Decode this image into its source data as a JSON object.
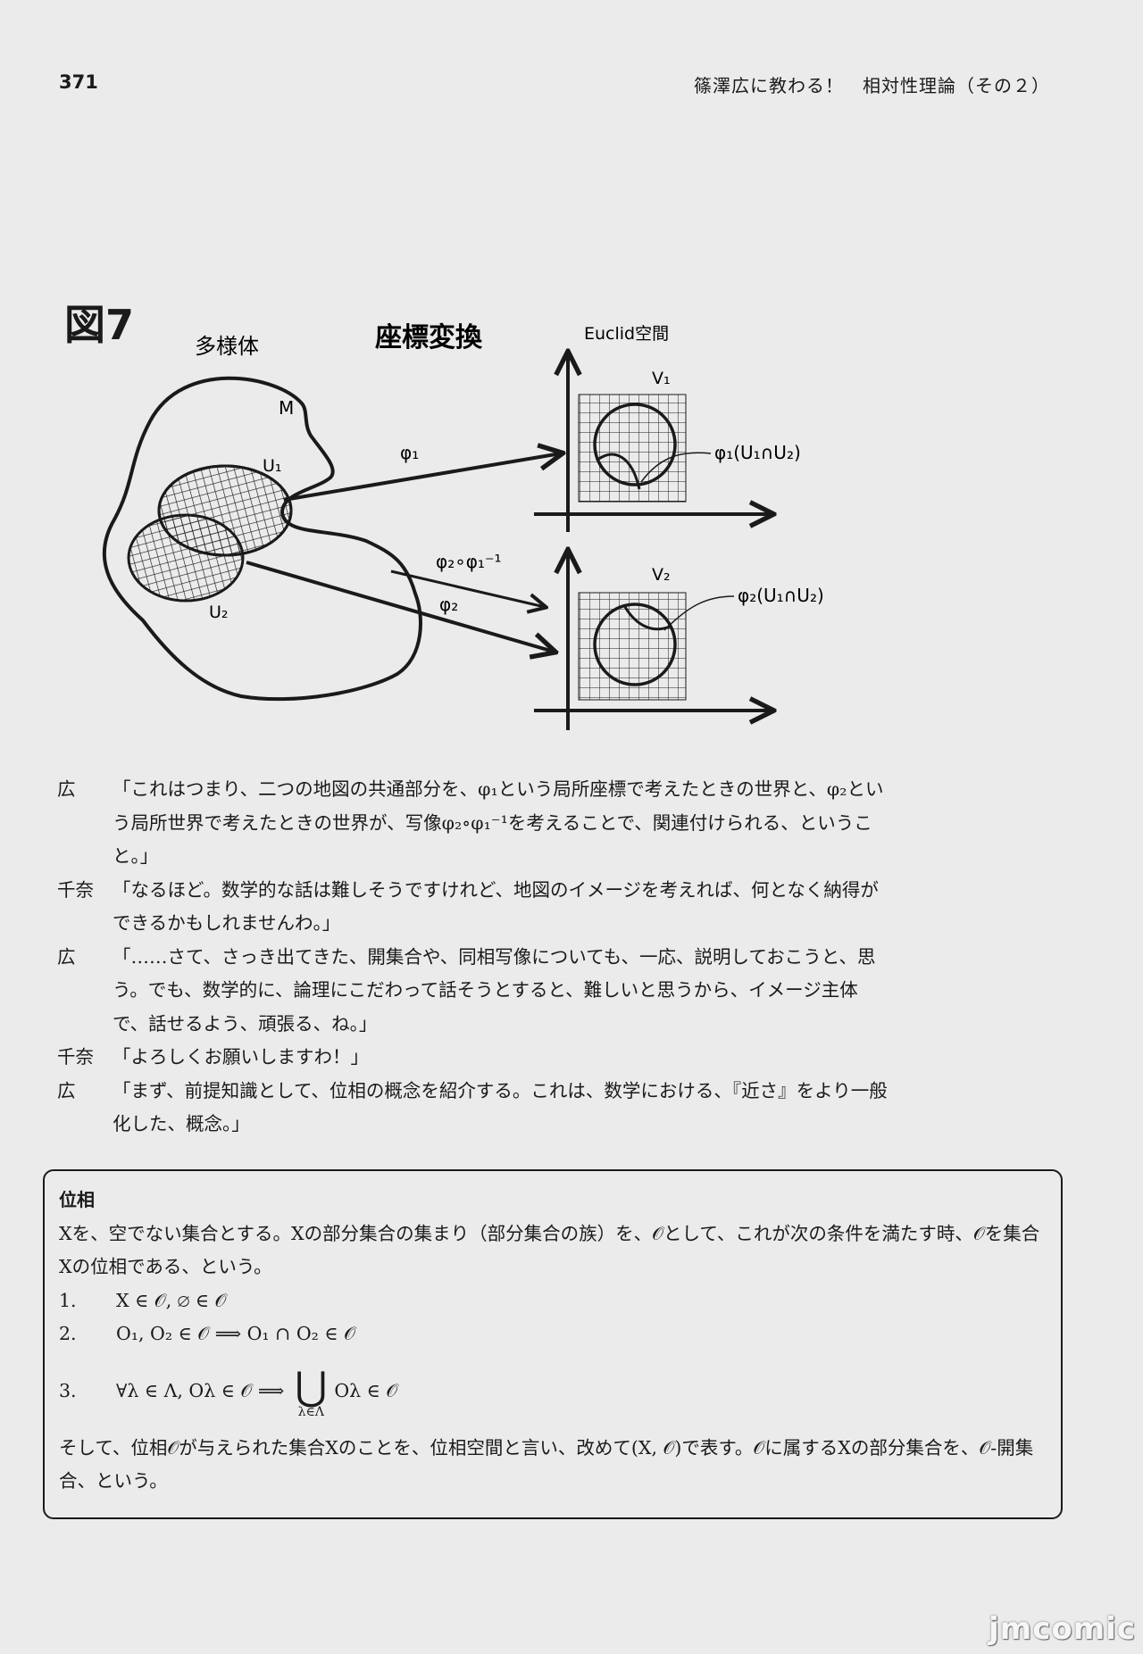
{
  "header": {
    "page_number": "371",
    "running_head": "篠澤広に教わる！　相対性理論（その２）"
  },
  "figure": {
    "label": "図7",
    "title": "座標変換",
    "manifold_label": "多様体",
    "m_label": "M",
    "u1_label": "U₁",
    "u2_label": "U₂",
    "phi1_label": "φ₁",
    "phi2_label": "φ₂",
    "transition_label": "φ₂∘φ₁⁻¹",
    "euclid_label": "Euclid空間",
    "v1_label": "V₁",
    "v2_label": "V₂",
    "phi1_image_label": "φ₁(U₁∩U₂)",
    "phi2_image_label": "φ₂(U₁∩U₂)"
  },
  "dialogue": [
    {
      "speaker": "広",
      "text": "「これはつまり、二つの地図の共通部分を、φ₁という局所座標で考えたときの世界と、φ₂という局所世界で考えたときの世界が、写像φ₂∘φ₁⁻¹を考えることで、関連付けられる、ということ。」"
    },
    {
      "speaker": "千奈",
      "text": "「なるほど。数学的な話は難しそうですけれど、地図のイメージを考えれば、何となく納得ができるかもしれませんわ。」"
    },
    {
      "speaker": "広",
      "text": "「……さて、さっき出てきた、開集合や、同相写像についても、一応、説明しておこうと、思う。でも、数学的に、論理にこだわって話そうとすると、難しいと思うから、イメージ主体で、話せるよう、頑張る、ね。」"
    },
    {
      "speaker": "千奈",
      "text": "「よろしくお願いしますわ！」"
    },
    {
      "speaker": "広",
      "text": "「まず、前提知識として、位相の概念を紹介する。これは、数学における、『近さ』をより一般化した、概念。」"
    }
  ],
  "definition": {
    "title": "位相",
    "intro": "Xを、空でない集合とする。Xの部分集合の集まり（部分集合の族）を、𝒪として、これが次の条件を満たす時、𝒪を集合Xの位相である、という。",
    "conditions": [
      {
        "num": "1.",
        "formula": "X ∈ 𝒪, ∅ ∈ 𝒪"
      },
      {
        "num": "2.",
        "formula": "O₁, O₂ ∈ 𝒪  ⟹  O₁ ∩ O₂ ∈ 𝒪"
      },
      {
        "num": "3.",
        "formula_left": "∀λ ∈ Λ, Oλ ∈ 𝒪  ⟹",
        "union_symbol": "⋃",
        "union_sub": "λ∈Λ",
        "formula_right": "Oλ ∈ 𝒪"
      }
    ],
    "closing": "そして、位相𝒪が与えられた集合Xのことを、位相空間と言い、改めて(X, 𝒪)で表す。𝒪に属するXの部分集合を、𝒪-開集合、という。"
  },
  "watermark": "jmcomic"
}
